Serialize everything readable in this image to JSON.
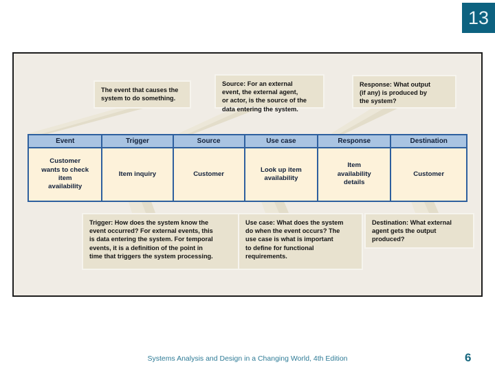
{
  "slide": {
    "number_badge": "13",
    "footer_title": "Systems Analysis and Design in a Changing World, 4th Edition",
    "page_number": "6",
    "accent_color": "#0d6280",
    "footer_color": "#2e7b96"
  },
  "figure": {
    "background_color": "#f0ece5",
    "border_color": "#1c1c1c",
    "table": {
      "header_fill": "#a9c4e2",
      "cell_fill": "#fdf2da",
      "border_color": "#2d5f9e",
      "columns": [
        "Event",
        "Trigger",
        "Source",
        "Use case",
        "Response",
        "Destination"
      ],
      "rows": [
        [
          "Customer\nwants to check\nitem\navailability",
          "Item inquiry",
          "Customer",
          "Look up item\navailability",
          "Item\navailability\ndetails",
          "Customer"
        ]
      ]
    },
    "callouts_top": [
      {
        "id": "event-callout",
        "target_column": "Event",
        "text": "The event that causes the\nsystem to do something."
      },
      {
        "id": "source-callout",
        "target_column": "Source",
        "text": "Source: For an external\nevent, the external agent,\nor actor, is the source of the\ndata entering the system."
      },
      {
        "id": "response-callout",
        "target_column": "Response",
        "text": "Response: What output\n(if any) is produced by\nthe system?"
      }
    ],
    "callouts_bottom": [
      {
        "id": "trigger-callout",
        "target_column": "Trigger",
        "text": "Trigger: How does the system know the\nevent occurred? For external events, this\nis data  entering the system. For temporal\nevents, it is a definition of the point in\ntime that triggers the system processing."
      },
      {
        "id": "usecase-callout",
        "target_column": "Use case",
        "text": "Use case: What does the system\ndo when the event occurs? The\nuse case is what is important\nto define for functional\nrequirements."
      },
      {
        "id": "destination-callout",
        "target_column": "Destination",
        "text": "Destination: What external\nagent gets the output\nproduced?"
      }
    ],
    "callout_fill": "#e8e2cf"
  }
}
